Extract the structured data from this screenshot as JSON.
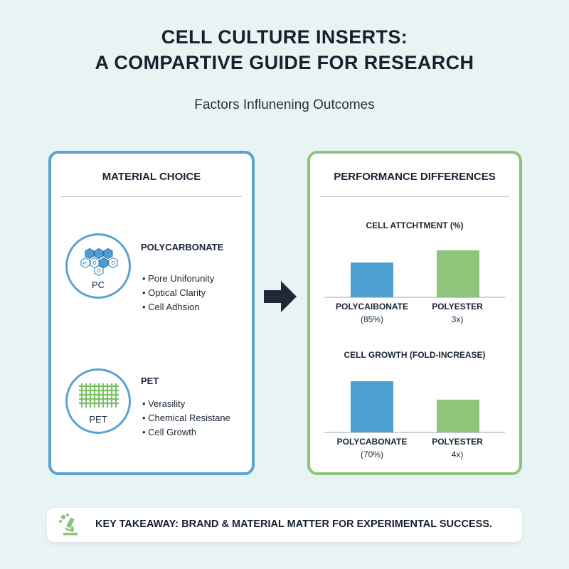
{
  "header": {
    "title_line1": "CELL CULTURE INSERTS:",
    "title_line2": "A COMPARTIVE GUIDE FOR RESEARCH",
    "subtitle": "Factors Influnening Outcomes"
  },
  "left_card": {
    "title": "MATERIAL CHOICE",
    "materials": [
      {
        "icon": "hexagon-cluster-icon",
        "icon_label": "PC",
        "name": "POLYCARBONATE",
        "points": [
          "Pore Uniforunity",
          "Optical Clarity",
          "Cell Adhsion"
        ]
      },
      {
        "icon": "mesh-grid-icon",
        "icon_label": "PET",
        "name": "PET",
        "points": [
          "Verasility",
          "Chemical Resistane",
          "Cell Growth"
        ]
      }
    ]
  },
  "right_card": {
    "title": "PERFORMANCE DIFFERENCES"
  },
  "chart_data": [
    {
      "type": "bar",
      "title": "CELL ATTCHTMENT (%)",
      "categories": [
        "POLYCAIBONATE",
        "POLYESTER"
      ],
      "category_sublabels": [
        "(85%)",
        "3x)"
      ],
      "values": [
        0.74,
        1.0
      ],
      "colors": [
        "#4c9fd0",
        "#8dc57a"
      ]
    },
    {
      "type": "bar",
      "title": "CELL GROWTH (FOLD-INCREASE)",
      "categories": [
        "POLYCABONATE",
        "POLYESTER"
      ],
      "category_sublabels": [
        "(70%)",
        "4x)"
      ],
      "values": [
        1.0,
        0.64
      ],
      "colors": [
        "#4c9fd0",
        "#8dc57a"
      ]
    }
  ],
  "footer": {
    "icon": "microscope-icon",
    "takeaway": "KEY TAKEAWAY: BRAND & MATERIAL MATTER FOR EXPERIMENTAL SUCCESS."
  },
  "colors": {
    "background": "#e8f4f4",
    "blue_accent": "#5aa2cf",
    "green_accent": "#8cc479",
    "arrow": "#1f2937"
  }
}
